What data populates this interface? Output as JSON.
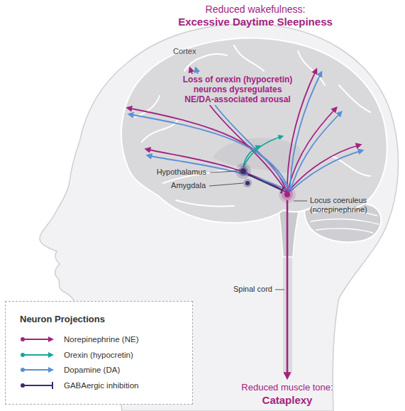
{
  "diagram": {
    "nodes": [
      {
        "text": [
          "Neuron Projections"
        ]
      }
    ],
    "labels": [
      "Reduced wakefulness:",
      "Excessive Daytime Sleepiness",
      "Cortex",
      "Loss of orexin (hypocretin) neurons dysregulates NE/DA-associated arousal",
      "Hypothalamus",
      "Amygdala",
      "Locus coeruleus (norepinephrine)",
      "Spinal cord",
      "Reduced muscle tone:",
      "Cataplexy"
    ],
    "legend": [
      {
        "text": "Norepinephrine (NE)"
      },
      {
        "text": "Orexin (hypocretin)"
      },
      {
        "text": "Dopamine (DA)"
      },
      {
        "text": "GABAergic inhibition"
      }
    ]
  }
}
